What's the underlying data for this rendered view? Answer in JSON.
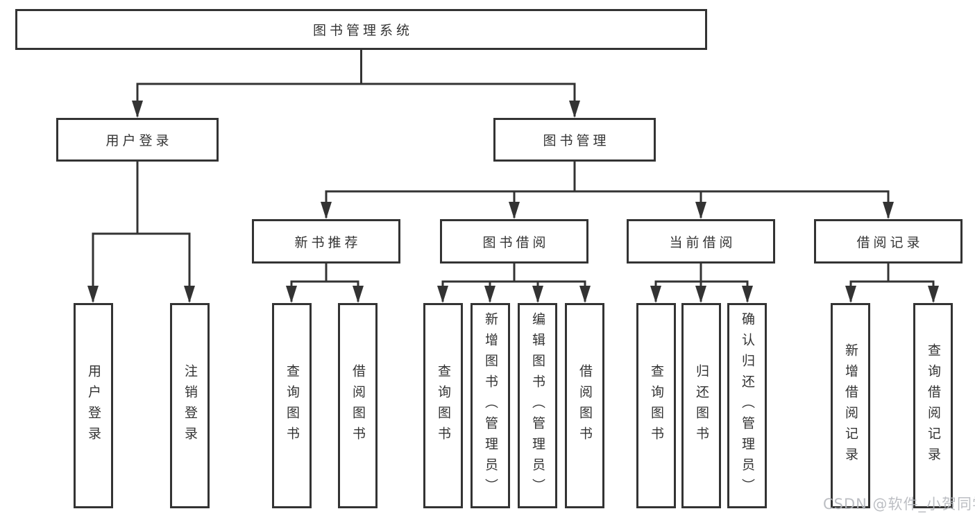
{
  "tree": {
    "label": "图书管理系统",
    "children": [
      {
        "label": "用户登录",
        "children": [
          {
            "label": "用户登录"
          },
          {
            "label": "注销登录"
          }
        ]
      },
      {
        "label": "图书管理",
        "children": [
          {
            "label": "新书推荐",
            "children": [
              {
                "label": "查询图书"
              },
              {
                "label": "借阅图书"
              }
            ]
          },
          {
            "label": "图书借阅",
            "children": [
              {
                "label": "查询图书"
              },
              {
                "label": "新增图书（管理员）"
              },
              {
                "label": "编辑图书（管理员）"
              },
              {
                "label": "借阅图书"
              }
            ]
          },
          {
            "label": "当前借阅",
            "children": [
              {
                "label": "查询图书"
              },
              {
                "label": "归还图书"
              },
              {
                "label": "确认归还（管理员）"
              }
            ]
          },
          {
            "label": "借阅记录",
            "children": [
              {
                "label": "新增借阅记录"
              },
              {
                "label": "查询借阅记录"
              }
            ]
          }
        ]
      }
    ]
  },
  "watermark": {
    "text": "CSDN @软件_小贺同学"
  },
  "colors": {
    "line": "#333333",
    "box-border": "#333333",
    "text": "#333333",
    "background": "#ffffff",
    "watermark": "#b5b8bd"
  }
}
